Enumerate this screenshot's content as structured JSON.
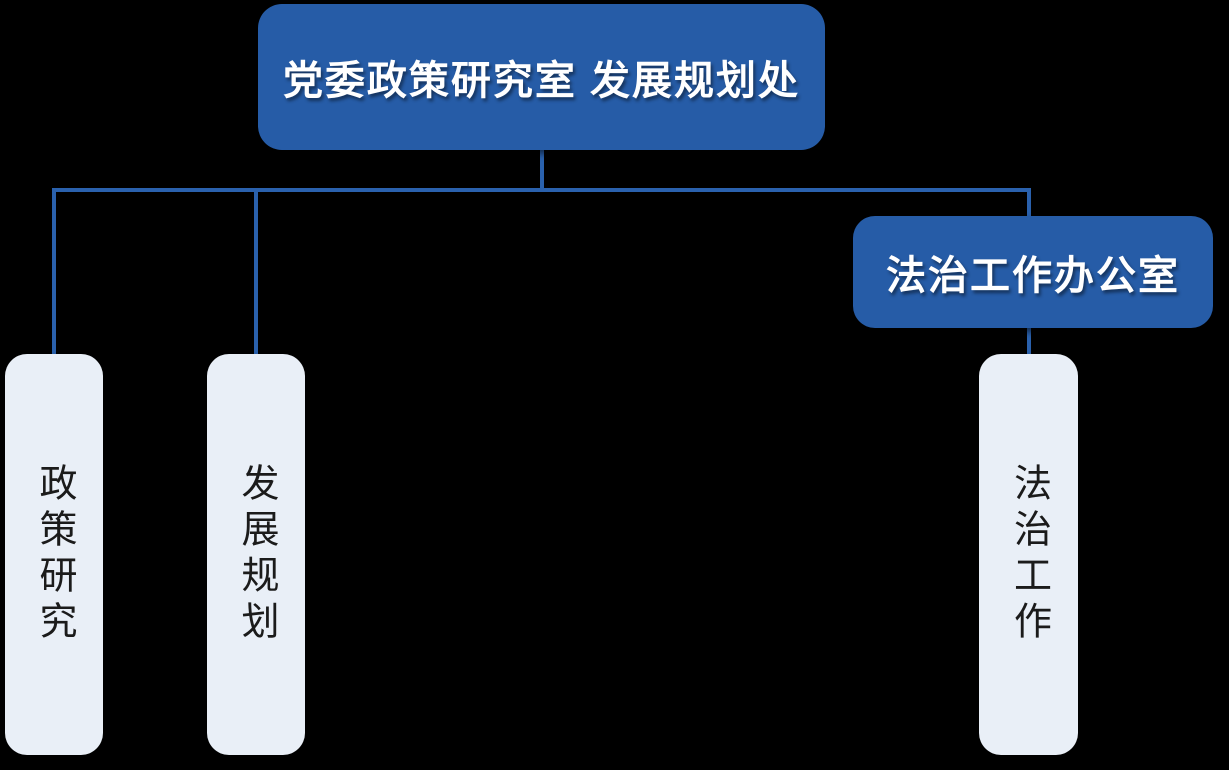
{
  "canvas": {
    "background_color": "#000000",
    "node_blue": "#265ca7",
    "connector_blue": "#2a61ad",
    "leaf_fill": "#e9eff7",
    "leaf_text_color": "#1b1b1b",
    "node_text_color": "#ffffff"
  },
  "org_chart": {
    "root": {
      "label": "党委政策研究室 发展规划处"
    },
    "legal_office": {
      "label": "法治工作办公室"
    },
    "leaves": [
      {
        "label": "政策研究"
      },
      {
        "label": "发展规划"
      },
      {
        "label": "法治工作"
      }
    ]
  }
}
